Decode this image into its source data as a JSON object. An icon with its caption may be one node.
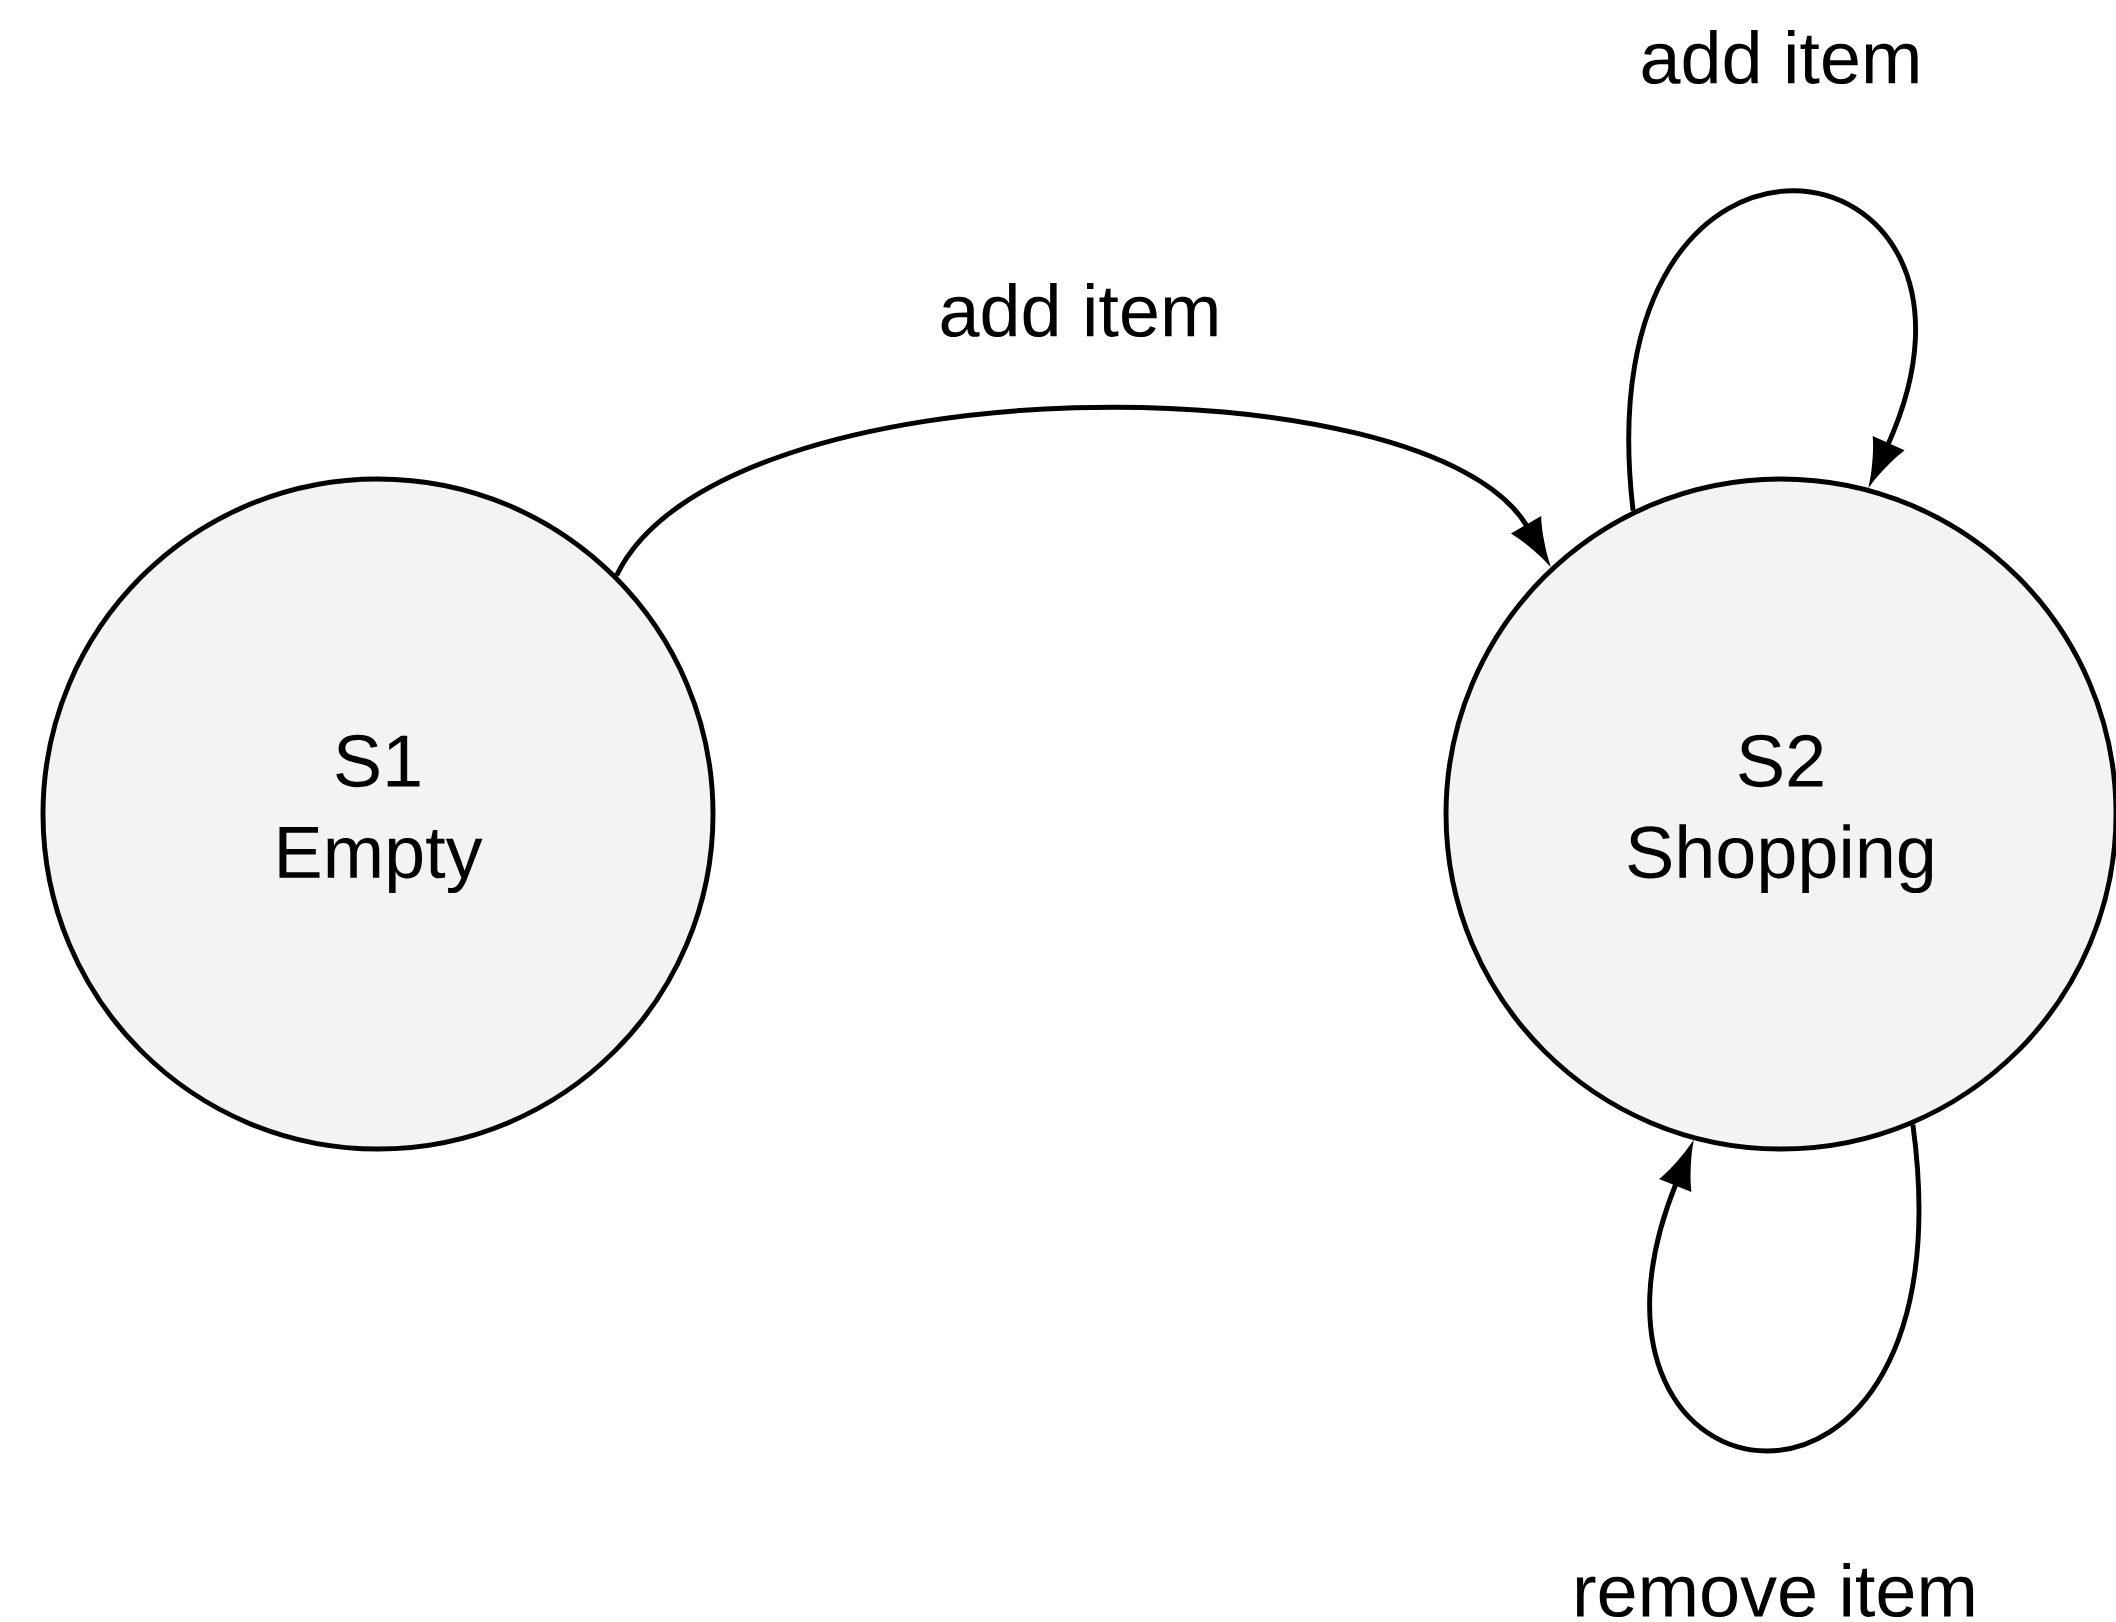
{
  "diagram": {
    "nodes": [
      {
        "text": [
          "S1",
          "Empty"
        ]
      },
      {
        "text": [
          "S2",
          "Shopping"
        ]
      }
    ],
    "edges": [
      {
        "from": 0,
        "to": 1,
        "arrow": "to",
        "label": "add item"
      },
      {
        "from": 1,
        "to": 1,
        "arrow": "to",
        "label": "add item"
      },
      {
        "from": 1,
        "to": 1,
        "arrow": "to",
        "label": "remove item"
      }
    ]
  }
}
